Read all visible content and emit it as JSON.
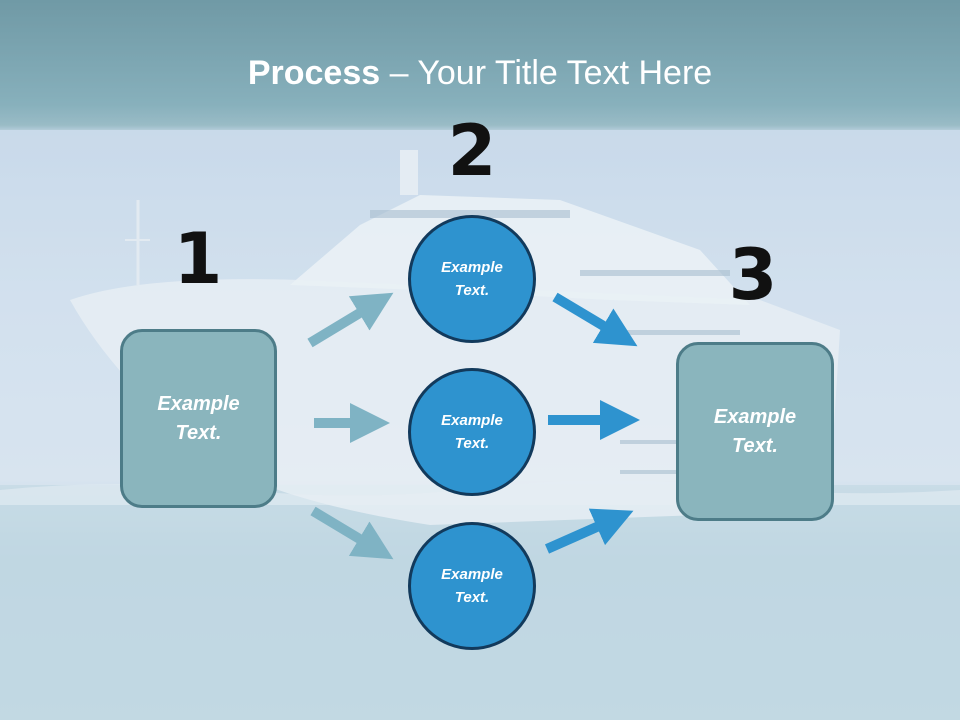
{
  "title": {
    "bold": "Process",
    "rest": " – Your Title Text Here"
  },
  "steps": [
    {
      "number": "1",
      "text": "Example\nText."
    },
    {
      "number": "2",
      "circles": [
        "Example\nText.",
        "Example\nText.",
        "Example\nText."
      ]
    },
    {
      "number": "3",
      "text": "Example\nText."
    }
  ],
  "colors": {
    "left_arrows": "#7fb3c4",
    "right_arrows": "#2e93cf",
    "circle_fill": "#2e93cf",
    "box_fill": "#8ab5bd"
  }
}
